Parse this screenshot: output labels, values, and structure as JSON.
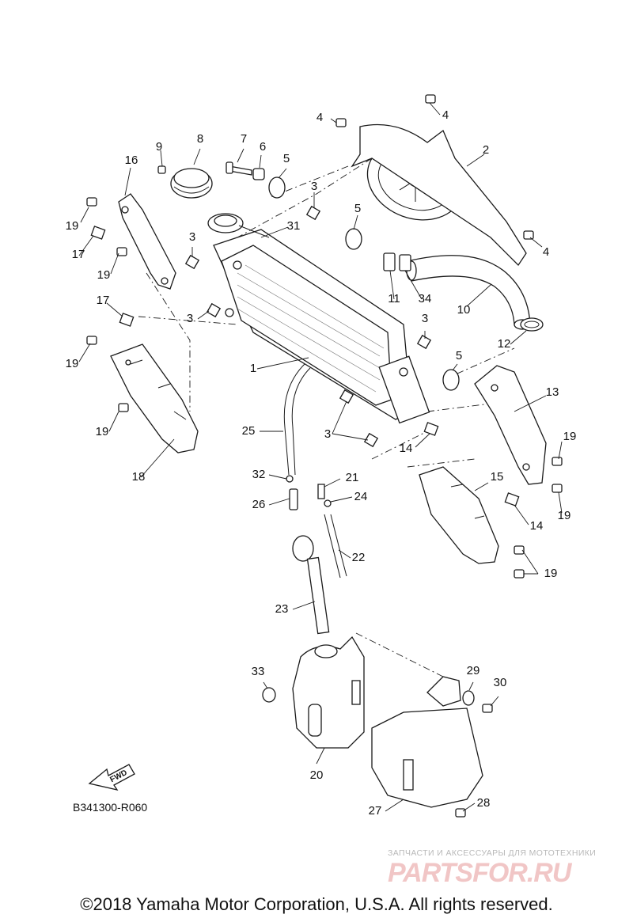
{
  "callouts": {
    "c1": "1",
    "c2": "2",
    "c3a": "3",
    "c3b": "3",
    "c3c": "3",
    "c3d": "3",
    "c3e": "3",
    "c4a": "4",
    "c4b": "4",
    "c4c": "4",
    "c5a": "5",
    "c5b": "5",
    "c5c": "5",
    "c6": "6",
    "c7": "7",
    "c8": "8",
    "c9": "9",
    "c10": "10",
    "c11": "11",
    "c12": "12",
    "c13": "13",
    "c14a": "14",
    "c14b": "14",
    "c15": "15",
    "c16": "16",
    "c17a": "17",
    "c17b": "17",
    "c18": "18",
    "c19a": "19",
    "c19b": "19",
    "c19c": "19",
    "c19d": "19",
    "c19e": "19",
    "c19f": "19",
    "c19g": "19",
    "c20": "20",
    "c21": "21",
    "c22": "22",
    "c23": "23",
    "c24": "24",
    "c25": "25",
    "c26": "26",
    "c27": "27",
    "c28": "28",
    "c29": "29",
    "c30": "30",
    "c31": "31",
    "c32": "32",
    "c33": "33",
    "c34": "34"
  },
  "fwd_label": "FWD",
  "diagram_code": "B341300-R060",
  "watermark": {
    "tagline": "ЗАПЧАСТИ И АКСЕССУАРЫ ДЛЯ МОТОТЕХНИКИ",
    "brand": "PARTSFOR.RU"
  },
  "copyright": "©2018 Yamaha Motor Corporation, U.S.A. All rights reserved."
}
